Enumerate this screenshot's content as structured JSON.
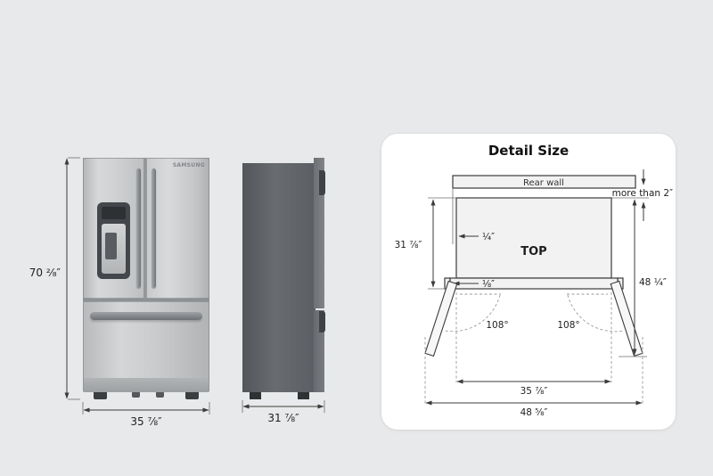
{
  "front_view": {
    "height_label": "70 ²⁄₈″",
    "width_label": "35 ⅞″",
    "brand": "SAMSUNG"
  },
  "side_view": {
    "depth_label": "31 ⅞″"
  },
  "detail_card": {
    "title": "Detail Size",
    "rear_wall_label": "Rear wall",
    "clearance_label": "more than 2″",
    "top_label": "TOP",
    "depth_label": "31 ⅞″",
    "gap_quarter_label": "¼″",
    "gap_eighth_label": "⅛″",
    "open_depth_label": "48 ¼″",
    "left_door_angle_label": "108°",
    "right_door_angle_label": "108°",
    "width_label": "35 ⅞″",
    "open_width_label": "48 ⅝″"
  }
}
